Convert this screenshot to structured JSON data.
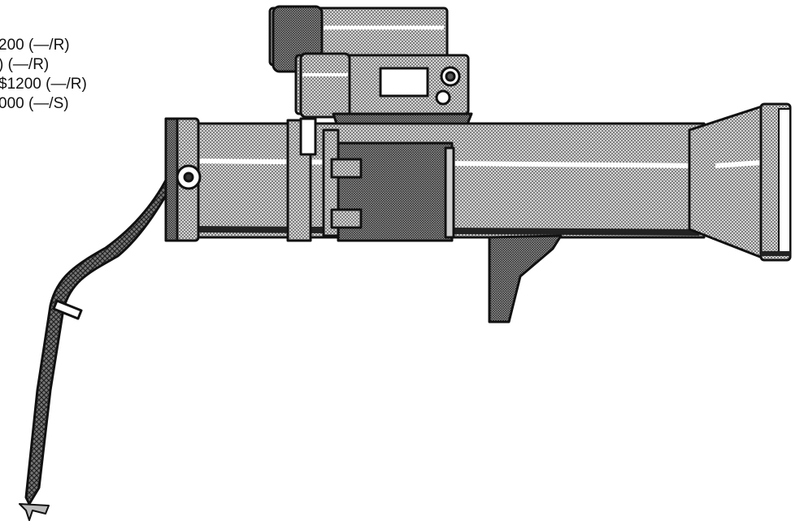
{
  "price_lines": [
    "200 (—/R)",
    ") (—/R)",
    "$1200 (—/R)",
    "000 (—/S)"
  ],
  "colors": {
    "ink": "#111111",
    "tone": "#9a9a9a",
    "dark_tone": "#555555",
    "paper": "#ffffff"
  },
  "icon": "shoulder-launched-missile-launcher-illustration"
}
